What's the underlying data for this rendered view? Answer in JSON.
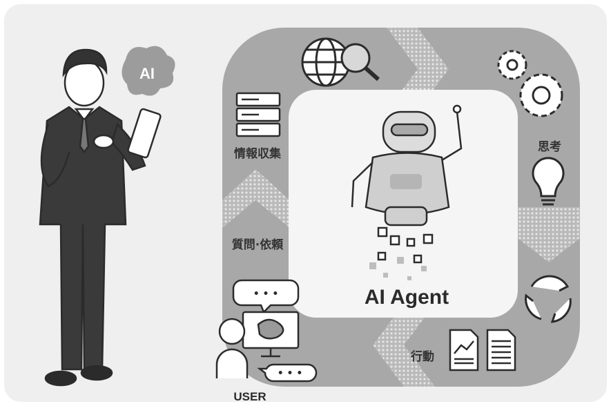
{
  "diagram": {
    "center_title": "AI Agent",
    "speech_badge": "AI",
    "user_label": "USER",
    "steps": {
      "information_gathering": "情報収集",
      "thinking": "思考",
      "action": "行動",
      "question_request": "質問·依頼"
    },
    "bubble_dots": "• • •",
    "colors": {
      "background_panel": "#efefef",
      "loop_band": "#a8a8a8",
      "center_panel": "#f5f5f5",
      "ink": "#2b2b2b",
      "suit": "#3a3a3a"
    }
  }
}
